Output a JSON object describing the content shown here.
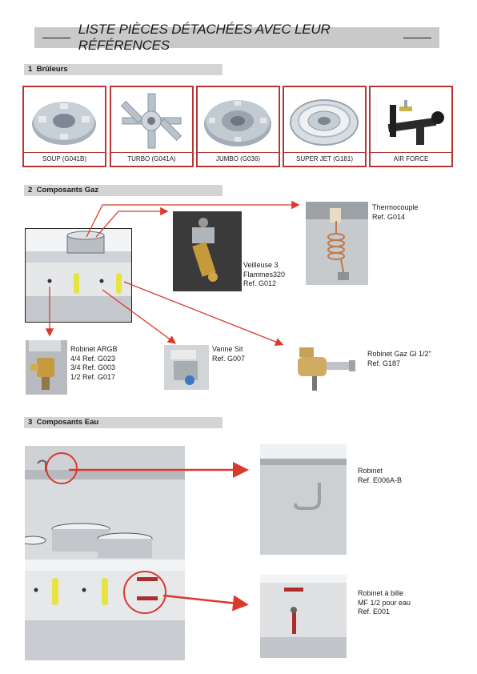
{
  "title": "LISTE PIÈCES DÉTACHÉES AVEC LEUR RÉFÉRENCES",
  "sections": [
    {
      "number": "1",
      "heading": "Brûleurs"
    },
    {
      "number": "2",
      "heading": "Composants Gaz"
    },
    {
      "number": "3",
      "heading": "Composants Eau"
    }
  ],
  "burners": [
    {
      "label": "SOUP (G041B)",
      "icon": "soup-burner-icon"
    },
    {
      "label": "TURBO (G041A)",
      "icon": "turbo-burner-icon"
    },
    {
      "label": "JUMBO (G036)",
      "icon": "jumbo-burner-icon"
    },
    {
      "label": "SUPER JET (G181)",
      "icon": "super-jet-burner-icon"
    },
    {
      "label": "AIR FORCE",
      "icon": "air-force-burner-icon"
    }
  ],
  "gas_parts": {
    "thermocouple": [
      "Thermocouple",
      "Ref. G014"
    ],
    "veilleuse": [
      "Veilleuse 3",
      "Flammes320",
      "Ref. G012"
    ],
    "robinet_argb": [
      "Robinet ARGB",
      "4/4 Ref. G023",
      "3/4 Ref. G003",
      "1/2 Ref. G017"
    ],
    "vanne_sit": [
      "Vanne Sit",
      "Ref. G007"
    ],
    "robinet_gaz": [
      "Robinet Gaz Gl 1/2\"",
      "Ref. G187"
    ]
  },
  "water_parts": {
    "robinet": [
      "Robinet",
      "Ref. E006A-B"
    ],
    "robinet_bille": [
      "Robinet à bille",
      "MF 1/2 pour eau",
      "Ref. E001"
    ]
  },
  "colors": {
    "accent_red": "#d93a2b",
    "frame_red": "#b83535",
    "bar_gray": "#d4d4d4"
  }
}
